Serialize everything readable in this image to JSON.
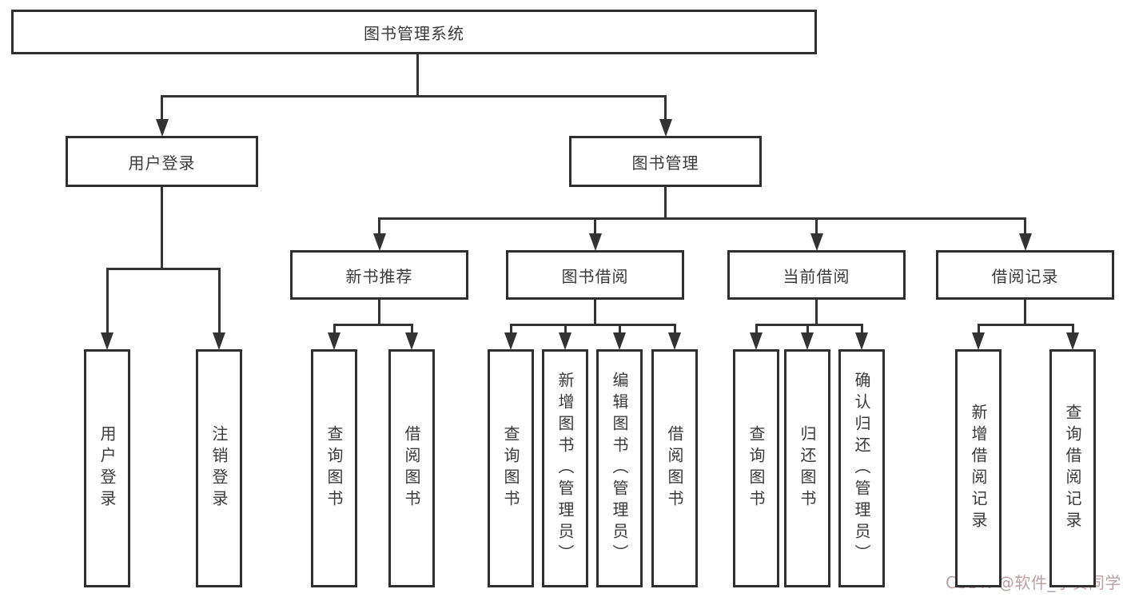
{
  "diagram": {
    "title": "图书管理系统",
    "nodes": [
      {
        "id": "root",
        "label": "图书管理系统"
      },
      {
        "id": "user-login",
        "label": "用户登录"
      },
      {
        "id": "book-mgmt",
        "label": "图书管理"
      },
      {
        "id": "new-books",
        "label": "新书推荐"
      },
      {
        "id": "book-borrow",
        "label": "图书借阅"
      },
      {
        "id": "current-borrow",
        "label": "当前借阅"
      },
      {
        "id": "borrow-records",
        "label": "借阅记录"
      },
      {
        "id": "leaf-user-login",
        "label": "用户登录"
      },
      {
        "id": "leaf-logout",
        "label": "注销登录"
      },
      {
        "id": "nb-query-books",
        "label": "查询图书"
      },
      {
        "id": "nb-borrow-books",
        "label": "借阅图书"
      },
      {
        "id": "bb-query-books",
        "label": "查询图书"
      },
      {
        "id": "bb-add-books",
        "label": "新增图书（管理员）"
      },
      {
        "id": "bb-edit-books",
        "label": "编辑图书（管理员）"
      },
      {
        "id": "bb-borrow-books",
        "label": "借阅图书"
      },
      {
        "id": "cb-query-books",
        "label": "查询图书"
      },
      {
        "id": "cb-return-books",
        "label": "归还图书"
      },
      {
        "id": "cb-confirm-return",
        "label": "确认归还（管理员）"
      },
      {
        "id": "br-add-record",
        "label": "新增借阅记录"
      },
      {
        "id": "br-query-record",
        "label": "查询借阅记录"
      }
    ],
    "edges": [
      {
        "parent": "root",
        "children": [
          "user-login",
          "book-mgmt"
        ]
      },
      {
        "parent": "user-login",
        "children": [
          "leaf-user-login",
          "leaf-logout"
        ]
      },
      {
        "parent": "book-mgmt",
        "children": [
          "new-books",
          "book-borrow",
          "current-borrow",
          "borrow-records"
        ]
      },
      {
        "parent": "new-books",
        "children": [
          "nb-query-books",
          "nb-borrow-books"
        ]
      },
      {
        "parent": "book-borrow",
        "children": [
          "bb-query-books",
          "bb-add-books",
          "bb-edit-books",
          "bb-borrow-books"
        ]
      },
      {
        "parent": "current-borrow",
        "children": [
          "cb-query-books",
          "cb-return-books",
          "cb-confirm-return"
        ]
      },
      {
        "parent": "borrow-records",
        "children": [
          "br-add-record",
          "br-query-record"
        ]
      }
    ],
    "colors": {
      "line": "#333333",
      "box_border": "#2f2f2f",
      "text": "#3a3a3a",
      "background": "#ffffff",
      "watermark": "#bd9f9f"
    }
  },
  "watermark": {
    "text": "CSDN @软件_小贺同学"
  }
}
